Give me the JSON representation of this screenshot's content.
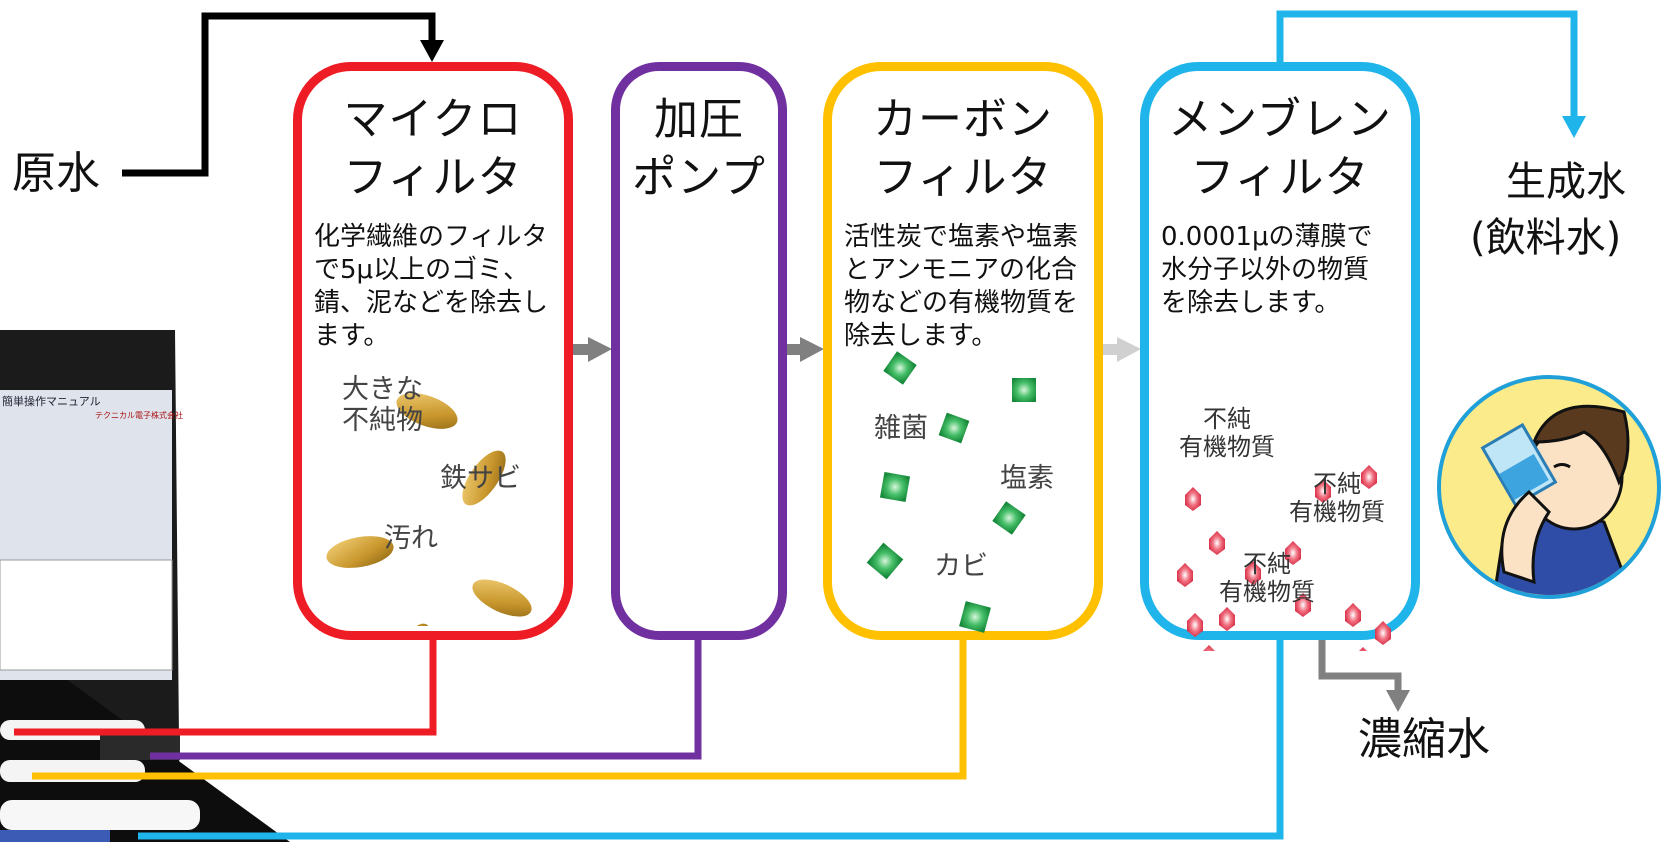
{
  "source_label": "原水",
  "product_label_line1": "生成水",
  "product_label_line2": "(飲料水)",
  "concentrate_label": "濃縮水",
  "colors": {
    "micro": "#ee1c24",
    "pump": "#7030a0",
    "carbon": "#ffc000",
    "membrane": "#1fb4ea",
    "black": "#000000",
    "gray": "#808080"
  },
  "stages": [
    {
      "title": "マイクロ\nフィルタ",
      "desc": "化学繊維のフィルタ\nで5μ以上のゴミ、\n錆、泥などを除去し\nます。",
      "items": [
        "大きな\n不純物",
        "鉄サビ",
        "汚れ"
      ]
    },
    {
      "title": "加圧\nポンプ",
      "desc": "",
      "items": []
    },
    {
      "title": "カーボン\nフィルタ",
      "desc": "活性炭で塩素や塩素\nとアンモニアの化合\n物などの有機物質を\n除去します。",
      "items": [
        "雑菌",
        "塩素",
        "カビ"
      ]
    },
    {
      "title": "メンブレン\nフィルタ",
      "desc": "0.0001μの薄膜で\n水分子以外の物質\nを除去します。",
      "items": [
        "不純\n有機物質",
        "不純\n有機物質",
        "不純\n有機物質"
      ]
    }
  ],
  "manual_title": "簡単操作マニュアル",
  "manual_company": "テクニカル電子株式会社"
}
